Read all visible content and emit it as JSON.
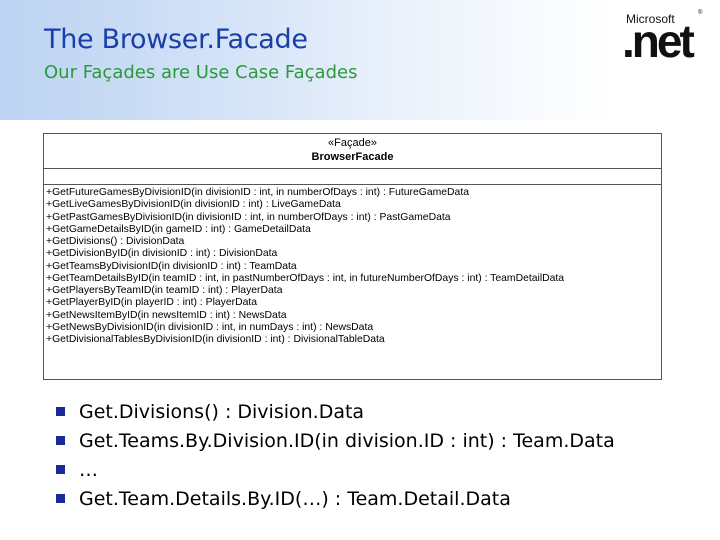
{
  "slide": {
    "title": "The Browser.Facade",
    "subtitle": "Our Façades are Use Case Façades"
  },
  "logo": {
    "brand": "Microsoft",
    "product": ".net",
    "trademark": "®"
  },
  "uml": {
    "stereotype": "«Façade»",
    "class_name": "BrowserFacade",
    "operations": [
      "+GetFutureGamesByDivisionID(in divisionID : int, in numberOfDays : int) : FutureGameData",
      "+GetLiveGamesByDivisionID(in divisionID : int) : LiveGameData",
      "+GetPastGamesByDivisionID(in divisionID : int, in numberOfDays : int) : PastGameData",
      "+GetGameDetailsByID(in gameID : int) : GameDetailData",
      "+GetDivisions() : DivisionData",
      "+GetDivisionByID(in divisionID : int) : DivisionData",
      "+GetTeamsByDivisionID(in divisionID : int) : TeamData",
      "+GetTeamDetailsByID(in teamID : int, in pastNumberOfDays : int, in futureNumberOfDays : int) : TeamDetailData",
      "+GetPlayersByTeamID(in teamID : int) : PlayerData",
      "+GetPlayerByID(in playerID : int) : PlayerData",
      "+GetNewsItemByID(in newsItemID : int) : NewsData",
      "+GetNewsByDivisionID(in divisionID : int, in numDays : int) : NewsData",
      "+GetDivisionalTablesByDivisionID(in divisionID : int) : DivisionalTableData"
    ]
  },
  "bullets": [
    "Get.Divisions() : Division.Data",
    "Get.Teams.By.Division.ID(in division.ID : int) : Team.Data",
    "…",
    "Get.Team.Details.By.ID(…) : Team.Detail.Data"
  ]
}
